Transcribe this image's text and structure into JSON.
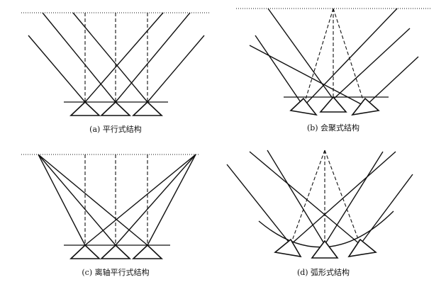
{
  "captions": {
    "a": "(a) 平行式结构",
    "b": "(b) 会聚式结构",
    "c": "(c) 离轴平行式结构",
    "d": "(d) 弧形式结构"
  }
}
